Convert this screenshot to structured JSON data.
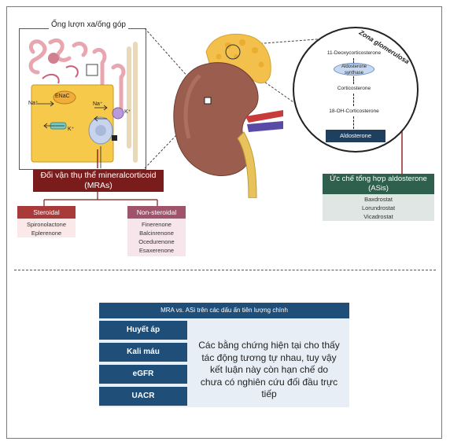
{
  "nephron": {
    "title": "Ống lượn xa/ống góp",
    "enac": "ENaC",
    "na_left": "Na⁺",
    "na_right": "Na⁺",
    "k_right": "K⁺",
    "k_left": "K⁺"
  },
  "mra": {
    "title_line1": "Đối vận thụ thể mineralcorticoid",
    "title_line2": "(MRAs)",
    "steroidal_label": "Steroidal",
    "steroidal_items": [
      "Spironolactone",
      "Eplerenone"
    ],
    "nonsteroidal_label": "Non-steroidal",
    "nonsteroidal_items": [
      "Finerenone",
      "Balcinrenone",
      "Ocedurenone",
      "Esaxerenone"
    ]
  },
  "zona": {
    "label": "Zona glomerulosa",
    "steps": [
      "11-Deoxycorticosterone",
      "Aldosterone synthase",
      "Corticosterone",
      "18-OH-Corticosterone",
      "Aldosterone"
    ]
  },
  "asi": {
    "title_line1": "Ức chế tổng hợp aldosterone",
    "title_line2": "(ASis)",
    "items": [
      "Baxdrostat",
      "Lorundrostat",
      "Vicadrostat"
    ]
  },
  "comparison": {
    "header": "MRA vs. ASi trên các dấu ấn tiên lượng chính",
    "rows": [
      "Huyết áp",
      "Kali máu",
      "eGFR",
      "UACR"
    ],
    "conclusion": "Các bằng chứng hiện tại cho thấy tác động tương tự nhau, tuy vậy kết luận này còn hạn chế do chưa có nghiên cứu đối đầu trực tiếp"
  },
  "colors": {
    "mra_header": "#7b1c1c",
    "steroidal": "#a83a3a",
    "nonsteroidal": "#a0546c",
    "asi_header": "#2f5f4d",
    "table_blue": "#1f4e79",
    "conclusion_bg": "#e8eef6"
  }
}
